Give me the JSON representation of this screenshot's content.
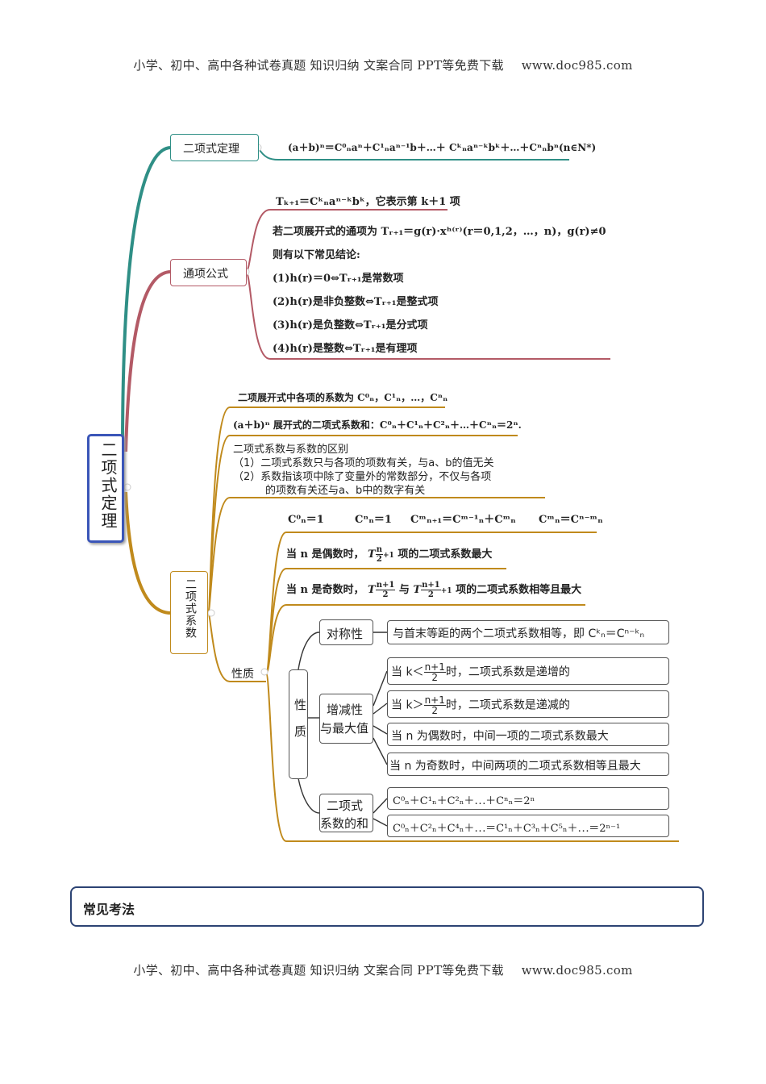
{
  "header": {
    "text": "小学、初中、高中各种试卷真题  知识归纳  文案合同  PPT等免费下载",
    "site": "www.doc985.com"
  },
  "footer": {
    "text": "小学、初中、高中各种试卷真题  知识归纳  文案合同  PPT等免费下载",
    "site": "www.doc985.com"
  },
  "root": {
    "label": "二项式定理"
  },
  "branch1": {
    "label": "二项式定理",
    "formula": "(a＋b)ⁿ＝C⁰ₙaⁿ＋C¹ₙaⁿ⁻¹b＋…＋ Cᵏₙaⁿ⁻ᵏbᵏ＋…＋Cⁿₙbⁿ(n∈N*)"
  },
  "branch2": {
    "label": "通项公式",
    "top": "Tₖ₊₁＝Cᵏₙaⁿ⁻ᵏbᵏ，它表示第 k＋1 项",
    "lines": [
      "若二项展开式的通项为 Tᵣ₊₁＝g(r)·xʰ⁽ʳ⁾(r＝0,1,2，…，n)，g(r)≠0",
      "则有以下常见结论:",
      "(1)h(r)＝0⇔Tᵣ₊₁是常数项",
      "(2)h(r)是非负整数⇔Tᵣ₊₁是整式项",
      "(3)h(r)是负整数⇔Tᵣ₊₁是分式项",
      "(4)h(r)是整数⇔Tᵣ₊₁是有理项"
    ]
  },
  "branch3": {
    "label": "二项式系数",
    "coeffs": "二项展开式中各项的系数为 C⁰ₙ，C¹ₙ，…，Cⁿₙ",
    "sum": "(a＋b)ⁿ 展开式的二项式系数和：C⁰ₙ＋C¹ₙ＋C²ₙ＋…＋Cⁿₙ＝2ⁿ.",
    "diff_title": "二项式系数与系数的区别",
    "diff_1": "（1）二项式系数只与各项的项数有关，与a、b的值无关",
    "diff_2": "（2）系数指该项中除了变量外的常数部分，不仅与各项",
    "diff_3": "的项数有关还与a、b中的数字有关",
    "identities": [
      "C⁰ₙ＝1",
      "Cⁿₙ＝1",
      "Cᵐₙ₊₁＝Cᵐ⁻¹ₙ＋Cᵐₙ",
      "Cᵐₙ＝Cⁿ⁻ᵐₙ"
    ],
    "even_pre": "当 n 是偶数时，",
    "even_post": "项的二项式系数最大",
    "odd_pre": "当 n 是奇数时，",
    "odd_mid": "与",
    "odd_post": "项的二项式系数相等且最大",
    "props_label": "性质",
    "props_box": "性质",
    "sym_label": "对称性",
    "sym_text": "与首末等距的两个二项式系数相等，即 Cᵏₙ＝Cⁿ⁻ᵏₙ",
    "mono_label_1": "增减性",
    "mono_label_2": "与最大值",
    "inc_pre": "当 k＜",
    "inc_post": "时，二项式系数是递增的",
    "dec_pre": "当 k＞",
    "dec_post": "时，二项式系数是递减的",
    "even_max": "当 n 为偶数时，中间一项的二项式系数最大",
    "odd_max": "当 n 为奇数时，中间两项的二项式系数相等且最大",
    "sum_label_1": "二项式",
    "sum_label_2": "系数的和",
    "sum_1": "C⁰ₙ＋C¹ₙ＋C²ₙ＋⋯＋Cⁿₙ＝2ⁿ",
    "sum_2": "C⁰ₙ＋C²ₙ＋C⁴ₙ＋⋯＝C¹ₙ＋C³ₙ＋C⁵ₙ＋⋯＝2ⁿ⁻¹"
  },
  "fractions": {
    "half_n_plus_1": {
      "sym": "T",
      "num": "n",
      "den": "2",
      "add": "+1"
    },
    "odd_a": {
      "sym": "T",
      "num": "n+1",
      "den": "2"
    },
    "odd_b": {
      "sym": "T",
      "num": "n+1",
      "den": "2",
      "add": "+1"
    },
    "k_bound": {
      "num": "n+1",
      "den": "2"
    }
  },
  "section": {
    "title": "常见考法"
  },
  "colors": {
    "teal": "#2f8f86",
    "rose": "#b35a66",
    "gold": "#c08a1c",
    "root_border": "#3a55b8"
  }
}
